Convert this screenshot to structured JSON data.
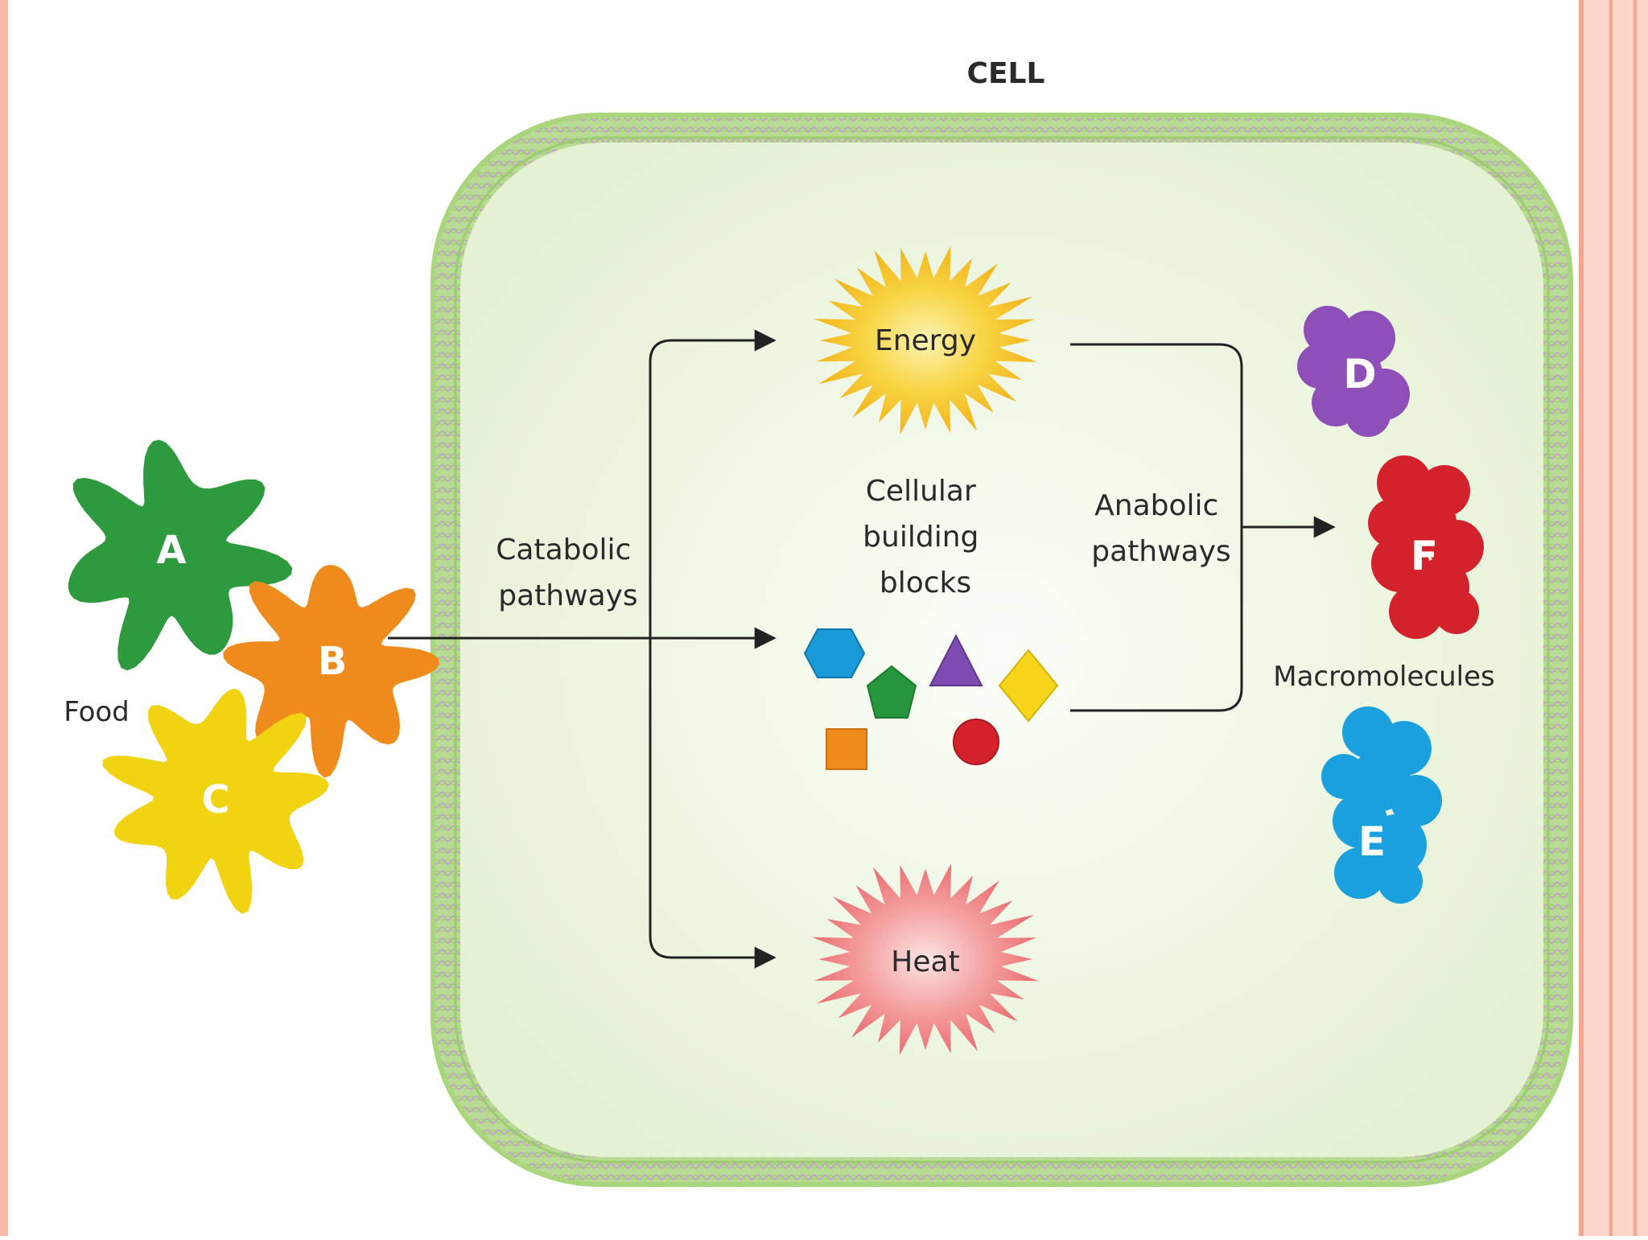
{
  "diagram": {
    "title": "CELL",
    "food_label": "Food",
    "catabolic_label": [
      "Catabolic",
      "pathways"
    ],
    "anabolic_label": [
      "Anabolic",
      "pathways"
    ],
    "building_blocks_label": [
      "Cellular",
      "building",
      "blocks"
    ],
    "energy_label": "Energy",
    "heat_label": "Heat",
    "macromolecules_label": "Macromolecules",
    "food_items": [
      {
        "letter": "A",
        "color": "#2e9a3e"
      },
      {
        "letter": "B",
        "color": "#ef8a1c"
      },
      {
        "letter": "C",
        "color": "#f2d312"
      }
    ],
    "macromolecules": [
      {
        "letter": "D",
        "color": "#8e4fb8"
      },
      {
        "letter": "F",
        "color": "#d3222b"
      },
      {
        "letter": "E",
        "color": "#1ba0df"
      }
    ],
    "colors": {
      "frame": "#f7b9a8",
      "membrane_green": "#9ccc70",
      "membrane_purple": "#c9a8c9",
      "cytoplasm": "#eef6e4",
      "energy": "#f5c325",
      "heat": "#f08080",
      "arrow": "#222222"
    }
  }
}
